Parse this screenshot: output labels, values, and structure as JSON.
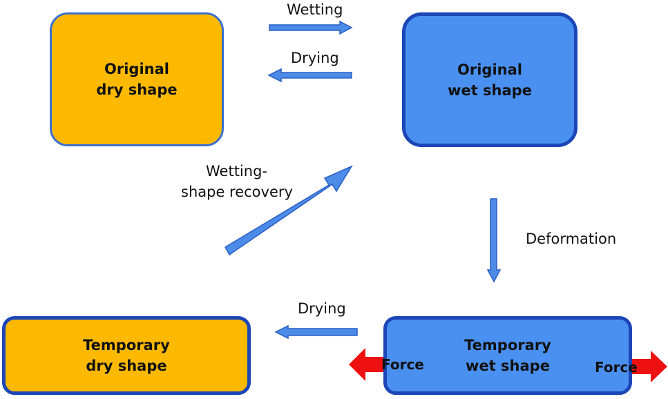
{
  "colors": {
    "dry_fill": "#FCB900",
    "wet_fill": "#4A90F0",
    "box_border_light": "#3A6FD0",
    "box_border_dark": "#1C46B8",
    "arrow_fill": "#4C8BE8",
    "arrow_edge": "#2A5FC4",
    "force_arrow": "#EE1111"
  },
  "boxes": {
    "original_dry": {
      "line1": "Original",
      "line2": "dry shape"
    },
    "original_wet": {
      "line1": "Original",
      "line2": "wet shape"
    },
    "temporary_dry": {
      "line1": "Temporary",
      "line2": "dry shape"
    },
    "temporary_wet": {
      "line1": "Temporary",
      "line2": "wet shape"
    }
  },
  "labels": {
    "wetting": "Wetting",
    "drying_top": "Drying",
    "wetting_recovery_line1": "Wetting-",
    "wetting_recovery_line2": "shape recovery",
    "deformation": "Deformation",
    "drying_bottom": "Drying",
    "force_left": "Force",
    "force_right": "Force"
  }
}
